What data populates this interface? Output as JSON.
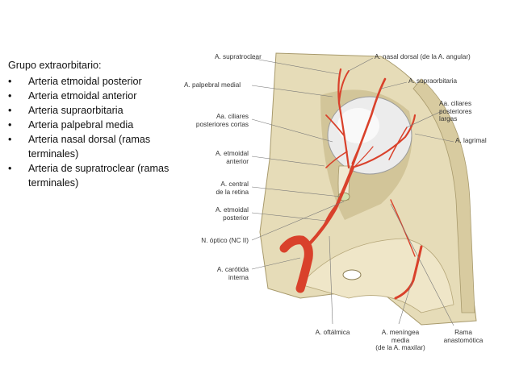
{
  "text_panel": {
    "heading": "Grupo extraorbitario:",
    "bullet_glyph": "•",
    "items": [
      "Arteria etmoidal posterior",
      "Arteria etmoidal anterior",
      "Arteria supraorbitaria",
      "Arteria palpebral media",
      "Arteria nasal dorsal (ramas terminales)",
      "Arteria de supratroclear (ramas terminales)"
    ]
  },
  "figure": {
    "labels": {
      "supratroclear": "A. supratroclear",
      "nasal_dorsal": "A. nasal dorsal (de la A. angular)",
      "palpebral_medial": "A. palpebral medial",
      "supraorbitaria": "A. supraorbitaria",
      "ciliares_cortas": "Aa. ciliares\nposteriores cortas",
      "ciliares_largas": "Aa. ciliares\nposteriores\nlargas",
      "lagrimal": "A. lagrimal",
      "etmoidal_anterior": "A. etmoidal\nanterior",
      "central_retina": "A. central\nde la retina",
      "etmoidal_posterior": "A. etmoidal\nposterior",
      "nervio_optico": "N. óptico (NC II)",
      "carotida_interna": "A. carótida\ninterna",
      "oftalmica": "A. oftálmica",
      "meningea_media": "A. meníngea\nmedia\n(de la A. maxilar)",
      "rama_anastomotica": "Rama\nanastomótica"
    },
    "colors": {
      "bone": "#e6dcb8",
      "bone_dark": "#c9bb8c",
      "artery": "#d9412b",
      "eyeball": "#ececec",
      "leader": "#777777"
    }
  }
}
